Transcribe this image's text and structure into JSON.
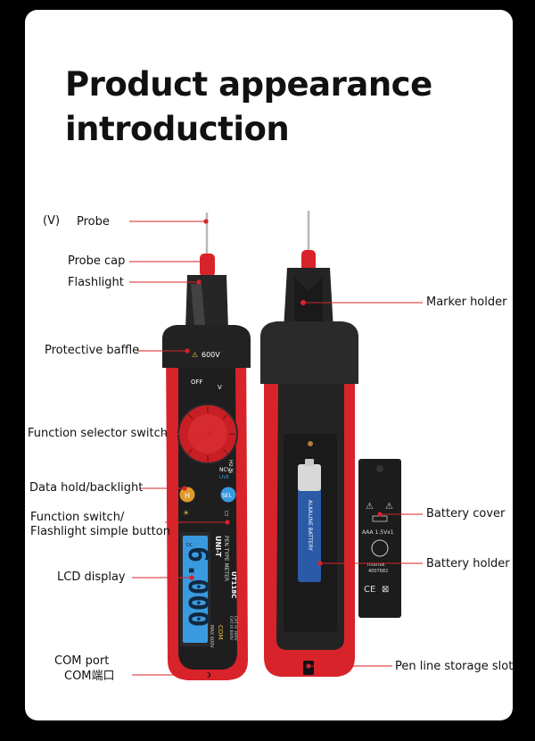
{
  "title": {
    "line1": "Product appearance",
    "line2": "introduction"
  },
  "colors": {
    "accent": "#d8232a",
    "body": "#1e1e1e",
    "background": "#ffffff",
    "lcd": "#3a9ae0"
  },
  "labels": {
    "voltage": "(V)",
    "probe": "Probe",
    "probe_cap": "Probe cap",
    "flashlight": "Flashlight",
    "protective_baffle": "Protective baffle",
    "function_selector": "Function selector switch",
    "data_hold": "Data hold/backlight",
    "function_switch_1": "Function switch/",
    "function_switch_2": "Flashlight simple button",
    "lcd_display": "LCD display",
    "com_port": "COM port",
    "com_port_cn": "COM端口",
    "marker_holder": "Marker holder",
    "battery_cover": "Battery cover",
    "battery_holder": "Battery holder",
    "pen_line_slot": "Pen line storage slot"
  },
  "device": {
    "rating": "600V",
    "brand": "UNI-T",
    "model": "UT118C",
    "subtitle": "PEN TYPE METER",
    "lcd_value": "6.000",
    "lcd_mode": "DC",
    "dial_off": "OFF",
    "dial_v": "V",
    "dial_hz": "Hz %",
    "dial_ncv": "NCV",
    "dial_live": "LIVE",
    "button_h": "H",
    "button_sel": "SEL",
    "com": "COM",
    "max": "MAX 600V",
    "cat_1": "CAT III 600V",
    "cat_2": "CAT IV 300V",
    "battery_spec": "AAA 1.5Vx1",
    "battery_text": "ALKALINE BATTERY",
    "cert": "Intertek",
    "cert_no": "4007682"
  }
}
